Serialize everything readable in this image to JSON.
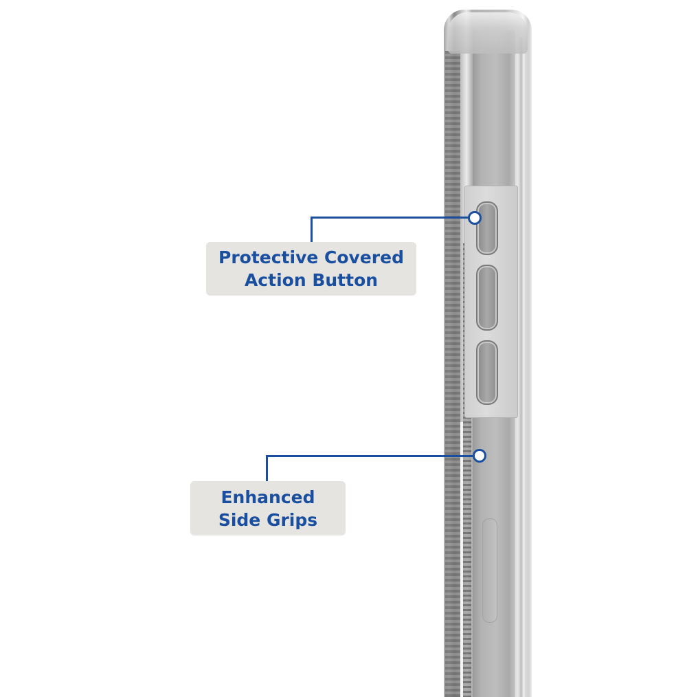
{
  "callouts": [
    {
      "line1": "Protective Covered",
      "line2": "Action Button",
      "target": "action-button"
    },
    {
      "line1": "Enhanced",
      "line2": "Side Grips",
      "target": "side-grips"
    }
  ],
  "colors": {
    "accent": "#1a4fa0",
    "label_bg": "#e6e4e1",
    "background": "#ffffff"
  }
}
